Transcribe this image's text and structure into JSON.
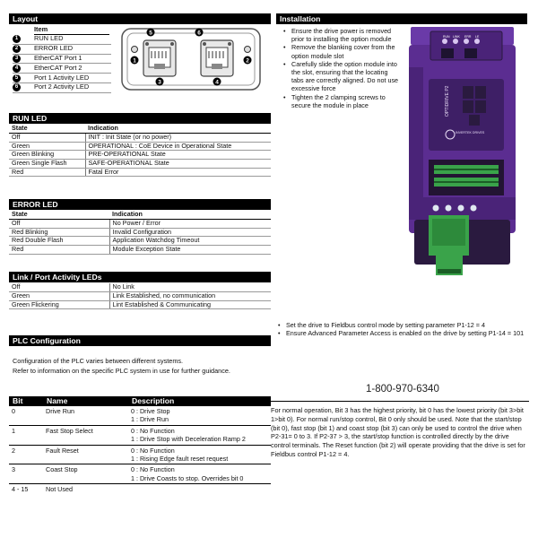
{
  "layout": {
    "header": "Layout",
    "item_header": "Item",
    "items": [
      {
        "num": "1",
        "label": "RUN LED"
      },
      {
        "num": "2",
        "label": "ERROR LED"
      },
      {
        "num": "3",
        "label": "EtherCAT Port 1"
      },
      {
        "num": "4",
        "label": "EtherCAT Port 2"
      },
      {
        "num": "5",
        "label": "Port 1 Activity LED"
      },
      {
        "num": "6",
        "label": "Port 2 Activity LED"
      }
    ],
    "diagram_markers": [
      "1",
      "2",
      "3",
      "4",
      "5",
      "6"
    ]
  },
  "run_led": {
    "header": "RUN LED",
    "col_state": "State",
    "col_indication": "Indication",
    "rows": [
      {
        "state": "Off",
        "indication": "INIT : Init State (or no power)"
      },
      {
        "state": "Green",
        "indication": "OPERATIONAL : CoE Device in Operational State"
      },
      {
        "state": "Green Blinking",
        "indication": "PRE-OPERATIONAL State"
      },
      {
        "state": "Green Single Flash",
        "indication": "SAFE-OPERATIONAL State"
      },
      {
        "state": "Red",
        "indication": "Fatal Error"
      }
    ]
  },
  "error_led": {
    "header": "ERROR LED",
    "col_state": "State",
    "col_indication": "Indication",
    "rows": [
      {
        "state": "Off",
        "indication": "No Power / Error"
      },
      {
        "state": "Red Blinking",
        "indication": "Invalid Configuration"
      },
      {
        "state": "Red Double Flash",
        "indication": "Application Watchdog Timeout"
      },
      {
        "state": "Red",
        "indication": "Module Exception State"
      }
    ]
  },
  "link_leds": {
    "header": "Link / Port Activity LEDs",
    "rows": [
      {
        "state": "Off",
        "indication": "No Link"
      },
      {
        "state": "Green",
        "indication": "Link Established, no communication"
      },
      {
        "state": "Green Flickering",
        "indication": "Lint Established & Communicating"
      }
    ]
  },
  "installation": {
    "header": "Installation",
    "bullets": [
      "Ensure the drive power is removed prior to installing the option module",
      "Remove the blanking cover from the option module slot",
      "Carefully slide the option module into the slot, ensuring that the locating tabs are correctly aligned. Do not use excessive force",
      "Tighten the 2 clamping screws to secure the module in place"
    ],
    "drive_led_labels": [
      "RUN",
      "LINK",
      "ERR",
      "LE"
    ],
    "drive_brand": "INVERTEK DRIVES",
    "drive_model": "OPTIDRIVE P2"
  },
  "fieldbus_steps": [
    "Set the drive to Fieldbus control mode by setting parameter P1-12 = 4",
    "Ensure Advanced Parameter Access is enabled on the drive by setting P1-14 = 101"
  ],
  "plc": {
    "header": "PLC Configuration",
    "line1": "Configuration of the PLC varies between different systems.",
    "line2": "Refer to information on the specific PLC system in use for further guidance."
  },
  "phone": "1-800-970-6340",
  "bit_table": {
    "col_bit": "Bit",
    "col_name": "Name",
    "col_description": "Description",
    "rows": [
      {
        "bit": "0",
        "name": "Drive Run",
        "desc": [
          "0 : Drive Stop",
          "1 : Drive Run"
        ]
      },
      {
        "bit": "1",
        "name": "Fast Stop Select",
        "desc": [
          "0 : No Function",
          "1 : Drive Stop with Deceleration Ramp 2"
        ]
      },
      {
        "bit": "2",
        "name": "Fault Reset",
        "desc": [
          "0 : No Function",
          "1 : Rising Edge fault reset request"
        ]
      },
      {
        "bit": "3",
        "name": "Coast Stop",
        "desc": [
          "0 : No Function",
          "1 : Drive Coasts to stop. Overrides bit 0"
        ]
      },
      {
        "bit": "4 - 15",
        "name": "Not Used",
        "desc": []
      }
    ]
  },
  "normal_operation_text": "For normal operation, Bit 3 has the highest priority, bit 0 has the lowest priority (bit 3>bit 1>bit 0). For normal run/stop control, Bit 0 only should be used. Note that the start/stop (bit 0), fast stop (bit 1) and coast stop (bit 3) can only be used to control the drive when P2-31= 0 to 3. If P2-37 > 3, the start/stop function is controlled directly by the drive control terminals. The Reset function (bit 2) will operate providing that the drive is set for Fieldbus control P1-12 = 4.",
  "colors": {
    "drive_purple": "#5b2d91",
    "drive_dark": "#2a1a3f",
    "terminal_green": "#3aa34a",
    "header_black": "#000000"
  }
}
